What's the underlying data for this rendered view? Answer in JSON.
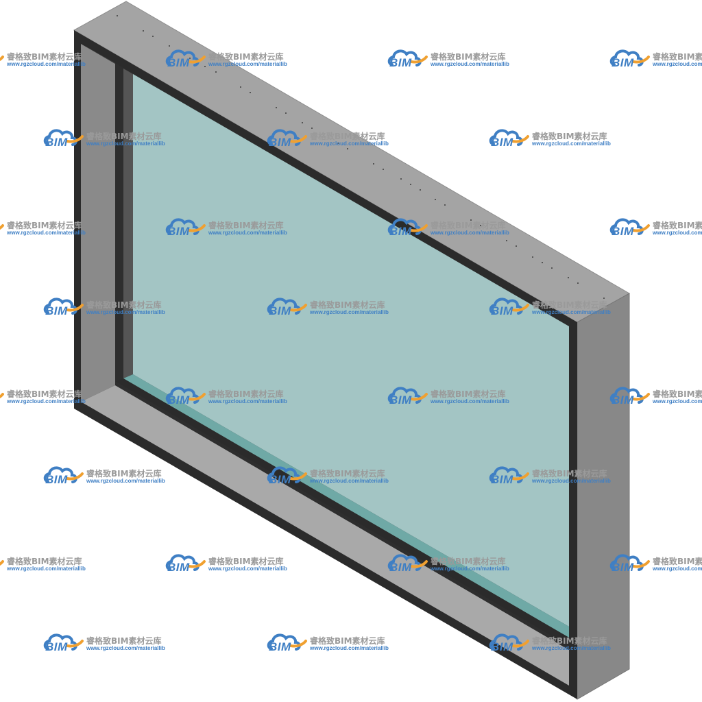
{
  "watermark": {
    "logo_text": "BIM",
    "name": "睿格致BIM素材云库",
    "url": "www.rgzcloud.com/materiallib"
  },
  "colors": {
    "frame_face": "#9c9c9c",
    "frame_top": "#a3a3a3",
    "frame_side_dark": "#808080",
    "frame_outline": "#2a2a2a",
    "glass": "#a3c5c4",
    "glass_edge": "#6fa9a6",
    "logo_blue": "#3f7fc4",
    "logo_orange": "#f0a030"
  },
  "icons": {
    "watermark_logo": "cloud-logo-icon"
  }
}
